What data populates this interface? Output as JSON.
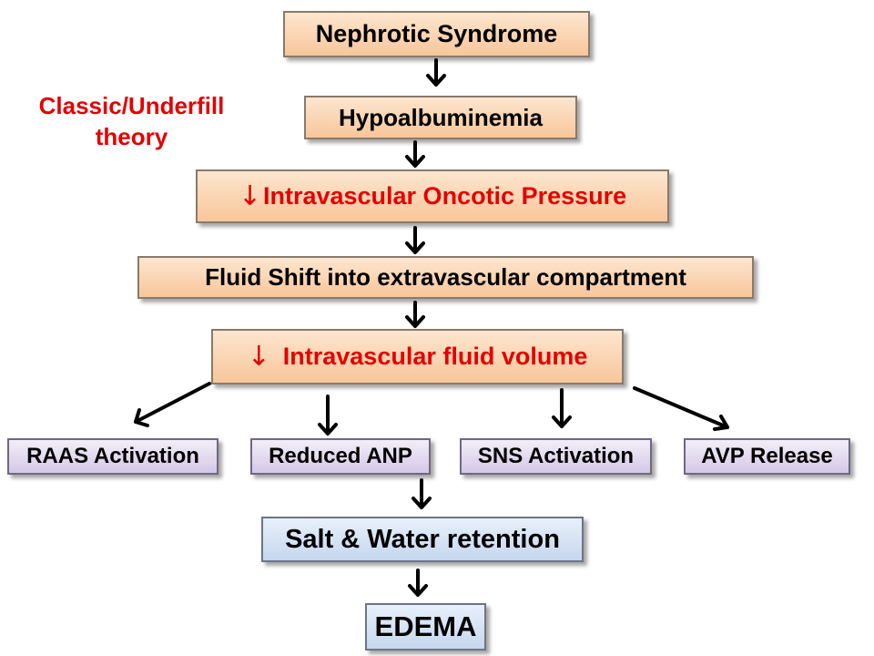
{
  "theory_label": {
    "line1": "Classic/Underfill",
    "line2": "theory"
  },
  "flow": {
    "nephrotic": "Nephrotic Syndrome",
    "hypoalbuminemia": "Hypoalbuminemia",
    "oncotic_glyph": "↓",
    "oncotic": "Intravascular Oncotic Pressure",
    "fluid_shift": "Fluid Shift into extravascular compartment",
    "volume_glyph": "↓",
    "volume": "Intravascular fluid volume",
    "raas": "RAAS Activation",
    "anp": "Reduced ANP",
    "sns": "SNS Activation",
    "avp": "AVP Release",
    "salt_water": "Salt & Water retention",
    "edema": "EDEMA"
  },
  "colors": {
    "highlight_text": "#e30000",
    "peach_box": "#f8c69a",
    "lavender_box": "#d4c8e6",
    "blue_box": "#c5d7ee"
  }
}
